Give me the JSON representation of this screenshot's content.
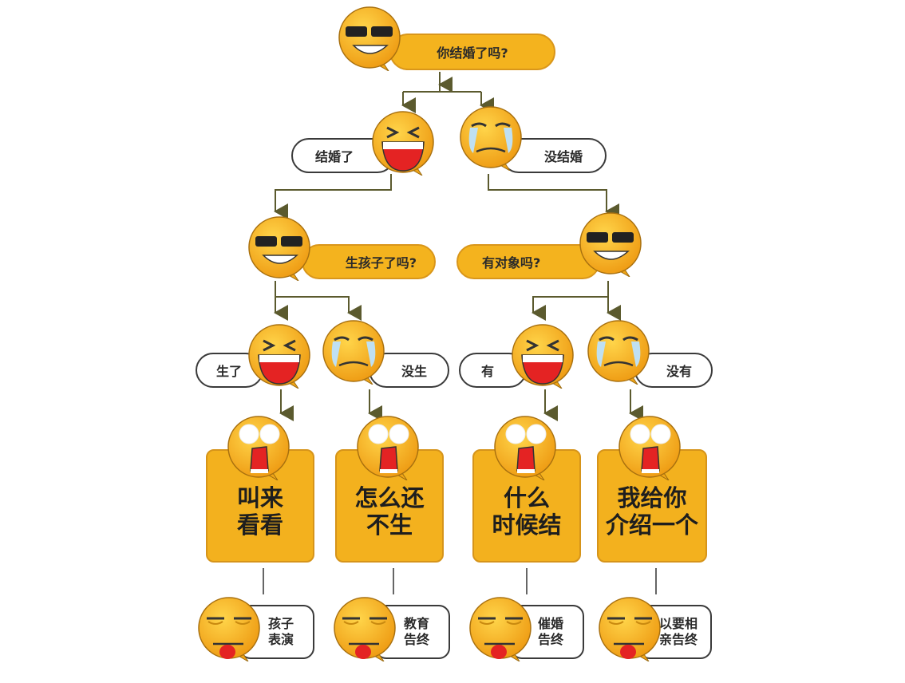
{
  "question_root": "你结婚了吗?",
  "level1": {
    "married": "结婚了",
    "unmarried": "没结婚"
  },
  "level2": {
    "kids_question": "生孩子了吗?",
    "partner_question": "有对象吗?"
  },
  "level3": {
    "has_kids": "生了",
    "no_kids": "没生",
    "has_partner": "有",
    "no_partner": "没有"
  },
  "outcomes": [
    "叫来\n看看",
    "怎么还\n不生",
    "什么\n时候结",
    "我给你\n介绍一个"
  ],
  "endings": [
    "孩子\n表演",
    "教育\n告终",
    "催婚\n告终",
    "以要相\n亲告终"
  ],
  "colors": {
    "yellow": "#F4B31E",
    "line": "#5a5a3a",
    "arrow": "#5b5a2e"
  }
}
